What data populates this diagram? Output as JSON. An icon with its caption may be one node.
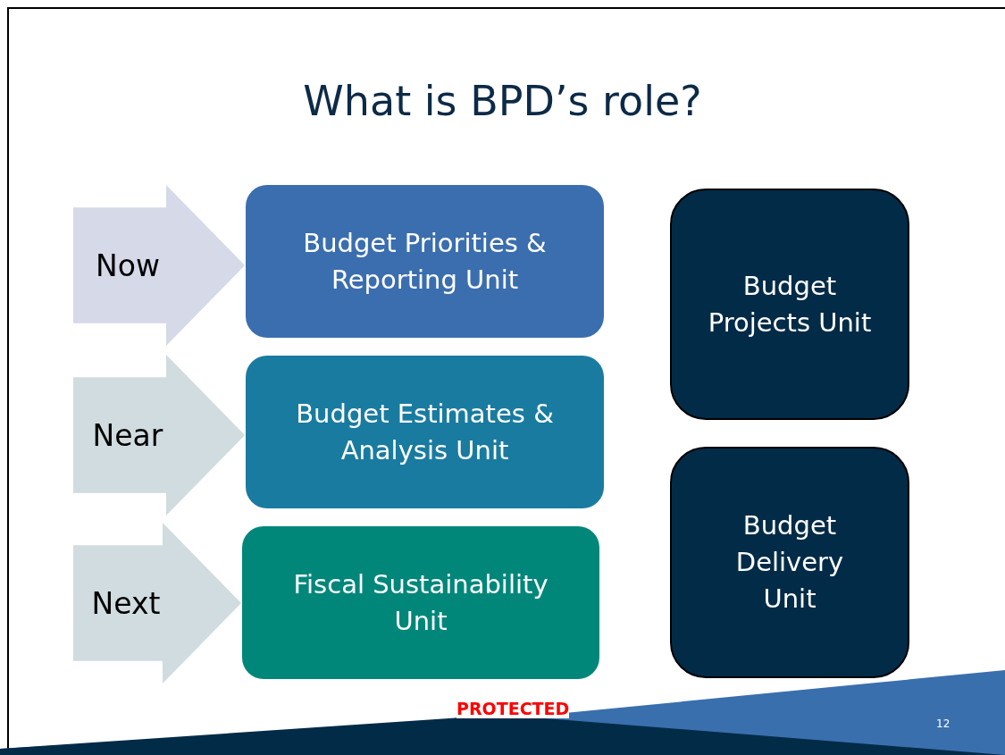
{
  "diagram": {
    "title": "What is BPD’s role?",
    "nodes": [
      {
        "text": [
          "Now"
        ]
      },
      {
        "text": [
          "Near"
        ]
      },
      {
        "text": [
          "Next"
        ]
      },
      {
        "text": [
          "Budget Priorities & Reporting Unit"
        ]
      },
      {
        "text": [
          "Budget Estimates & Analysis Unit"
        ]
      },
      {
        "text": [
          "Fiscal Sustainability Unit"
        ]
      },
      {
        "text": [
          "Budget Projects Unit"
        ]
      },
      {
        "text": [
          "Budget Delivery Unit"
        ]
      }
    ],
    "labels": [
      "PROTECTED",
      "12"
    ]
  }
}
